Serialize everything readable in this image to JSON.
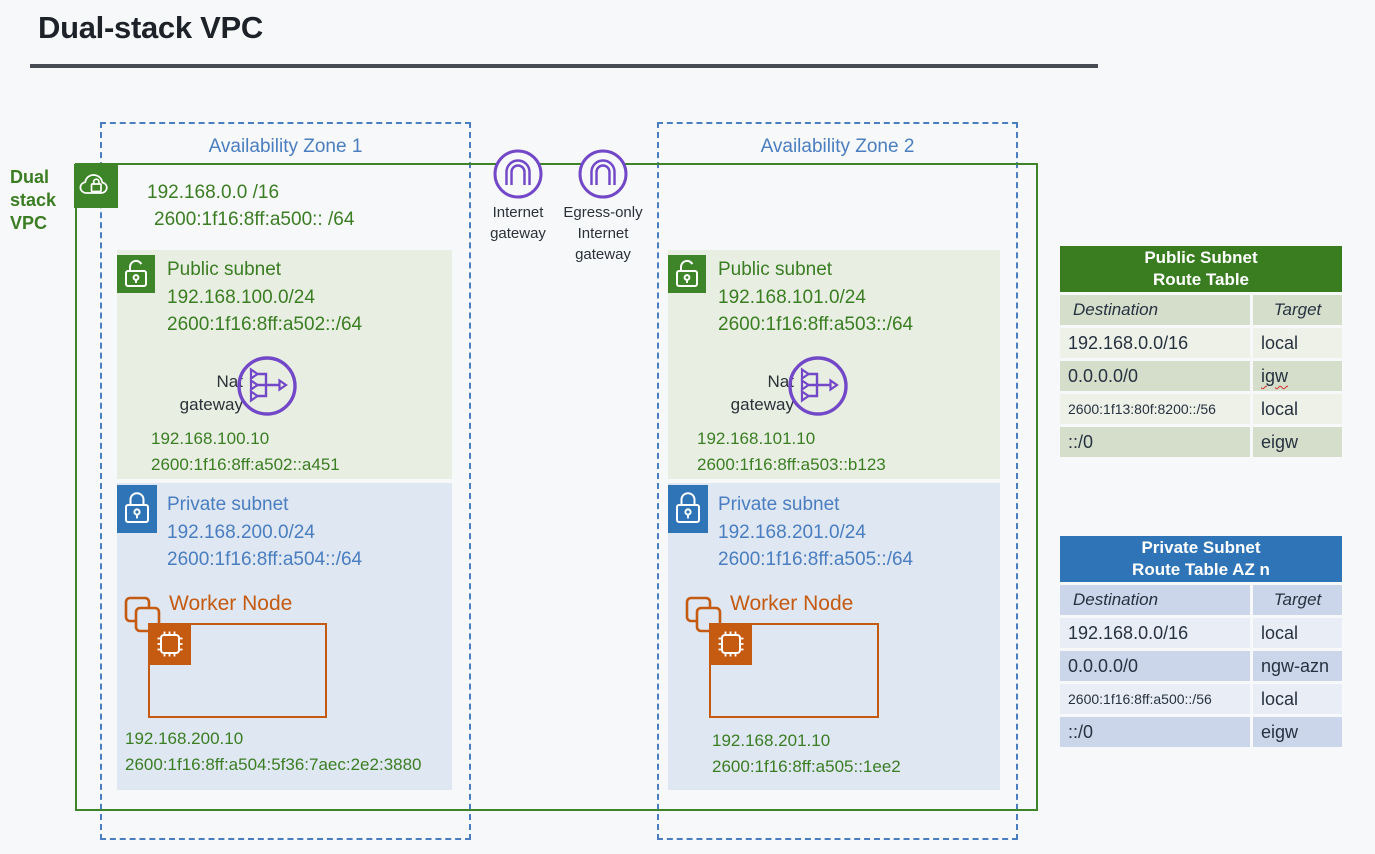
{
  "page": {
    "title": "Dual-stack VPC"
  },
  "colors": {
    "vpc_green": "#3E8529",
    "green_text": "#3B7D23",
    "az_blue": "#4A7EC0",
    "private_blue": "#2E74B6",
    "gateway_purple": "#7348C8",
    "worker_orange": "#C55A11",
    "public_subnet_bg": "#E8EFE2",
    "private_subnet_bg": "#DEE7F2",
    "table_green_header": "#3A7D21",
    "table_blue_header": "#2E74B6"
  },
  "vpc": {
    "label_lines": [
      "Dual",
      "stack",
      "VPC"
    ],
    "cidr_v4": "192.168.0.0 /16",
    "cidr_v6": "2600:1f16:8ff:a500:: /64"
  },
  "availability_zones": [
    {
      "label": "Availability Zone 1"
    },
    {
      "label": "Availability Zone 2"
    }
  ],
  "internet_gateway": {
    "label_lines": [
      "Internet",
      "gateway"
    ]
  },
  "egress_gateway": {
    "label_lines": [
      "Egress-only",
      "Internet",
      "gateway"
    ]
  },
  "subnets": [
    {
      "title": "Public subnet",
      "cidr_v4": "192.168.100.0/24",
      "cidr_v6": "2600:1f16:8ff:a502::/64",
      "nat_label_lines": [
        "Nat",
        "gateway"
      ],
      "ip_v4": "192.168.100.10",
      "ip_v6": "2600:1f16:8ff:a502::a451"
    },
    {
      "title": "Private subnet",
      "cidr_v4": "192.168.200.0/24",
      "cidr_v6": "2600:1f16:8ff:a504::/64",
      "node_label": "Worker Node",
      "ip_v4": "192.168.200.10",
      "ip_v6": "2600:1f16:8ff:a504:5f36:7aec:2e2:3880"
    },
    {
      "title": "Public subnet",
      "cidr_v4": "192.168.101.0/24",
      "cidr_v6": "2600:1f16:8ff:a503::/64",
      "nat_label_lines": [
        "Nat",
        "gateway"
      ],
      "ip_v4": "192.168.101.10",
      "ip_v6": "2600:1f16:8ff:a503::b123"
    },
    {
      "title": "Private subnet",
      "cidr_v4": "192.168.201.0/24",
      "cidr_v6": "2600:1f16:8ff:a505::/64",
      "node_label": "Worker Node",
      "ip_v4": "192.168.201.10",
      "ip_v6": "2600:1f16:8ff:a505::1ee2"
    }
  ],
  "route_tables": [
    {
      "title_lines": [
        "Public Subnet",
        "Route Table"
      ],
      "columns": [
        "Destination",
        "Target"
      ],
      "rows": [
        {
          "destination": "192.168.0.0/16",
          "target": "local"
        },
        {
          "destination": "0.0.0.0/0",
          "target": "igw"
        },
        {
          "destination": "2600:1f13:80f:8200::/56",
          "target": "local"
        },
        {
          "destination": "::/0",
          "target": "eigw"
        }
      ]
    },
    {
      "title_lines": [
        "Private Subnet",
        "Route Table AZ n"
      ],
      "columns": [
        "Destination",
        "Target"
      ],
      "rows": [
        {
          "destination": "192.168.0.0/16",
          "target": "local"
        },
        {
          "destination": "0.0.0.0/0",
          "target": "ngw-azn"
        },
        {
          "destination": "2600:1f16:8ff:a500::/56",
          "target": "local"
        },
        {
          "destination": "::/0",
          "target": "eigw"
        }
      ]
    }
  ]
}
